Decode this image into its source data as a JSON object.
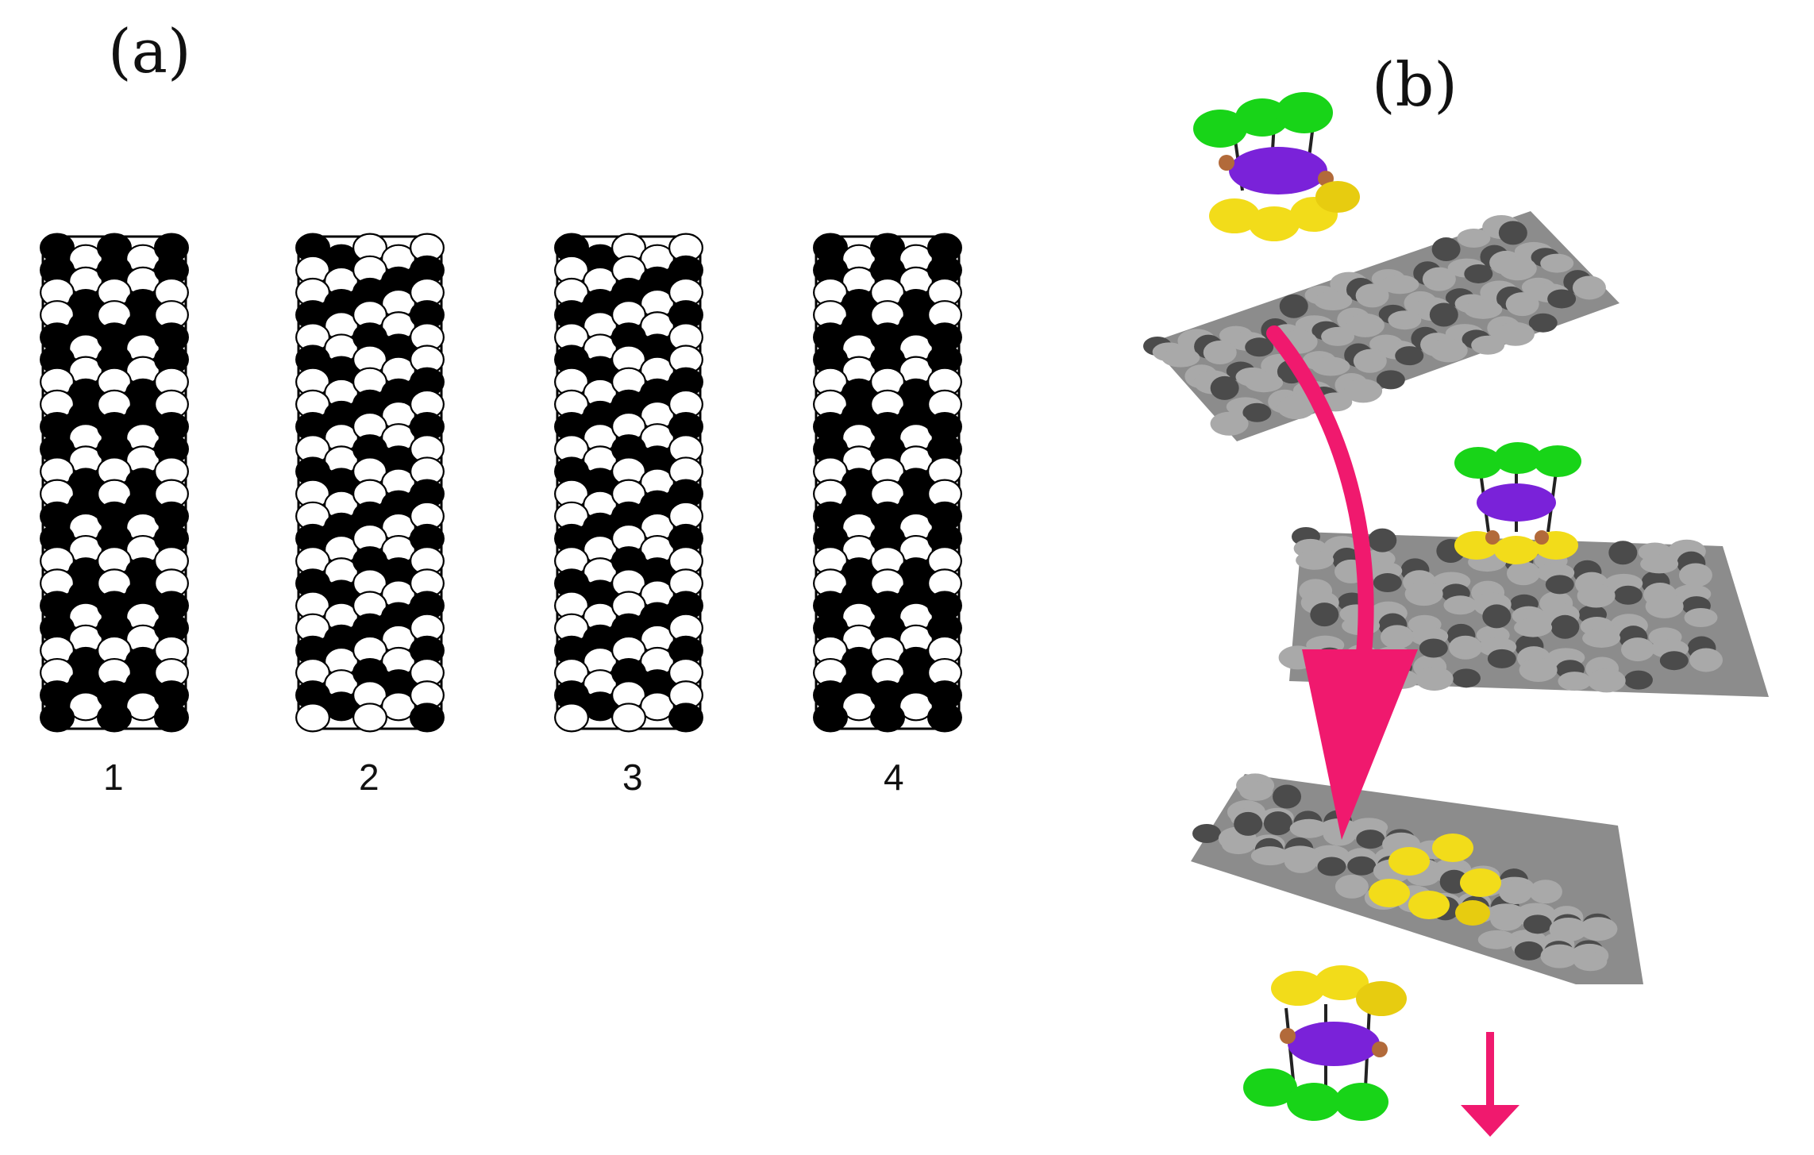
{
  "panels": {
    "a": {
      "label": "(a)"
    },
    "b": {
      "label": "(b)"
    }
  },
  "microtubules": [
    {
      "number": "1",
      "pattern": "A"
    },
    {
      "number": "2",
      "pattern": "B"
    },
    {
      "number": "3",
      "pattern": "B"
    },
    {
      "number": "4",
      "pattern": "A"
    }
  ],
  "colors": {
    "arrow": "#f0196e",
    "dimer_black": "#000000",
    "dimer_white": "#ffffff",
    "lattice_dark": "#4b4b4b",
    "lattice_light": "#a9a9a9",
    "motor_head": "#18d418",
    "tubulin_bound": "#f2dc1a",
    "cargo_core": "#7a22d9",
    "linker": "#b26a3a"
  },
  "icons": [
    "pink-curved-arrow-icon",
    "pink-down-arrow-icon"
  ]
}
